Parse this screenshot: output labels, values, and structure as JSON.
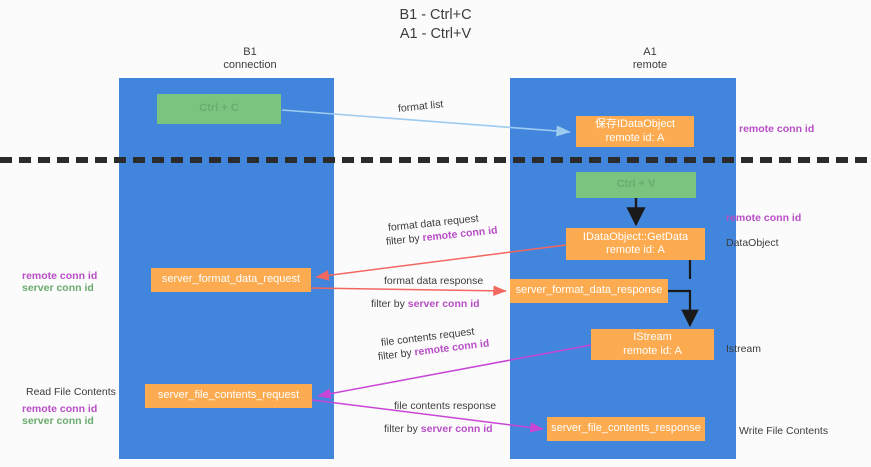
{
  "title": {
    "line1": "B1 - Ctrl+C",
    "line2": "A1 - Ctrl+V"
  },
  "columns": [
    {
      "name": "B1",
      "sub": "connection"
    },
    {
      "name": "A1",
      "sub": "remote"
    }
  ],
  "nodes": {
    "ctrl_c": {
      "label": "Ctrl + C"
    },
    "idataobject": {
      "l1": "保存IDataObject",
      "l2": "remote id: A"
    },
    "ctrl_v": {
      "label": "Ctrl + V"
    },
    "getdata": {
      "l1": "IDataObject::GetData",
      "l2": "remote id: A"
    },
    "format_req": {
      "label": "server_format_data_request"
    },
    "format_resp": {
      "label": "server_format_data_response"
    },
    "istream": {
      "l1": "IStream",
      "l2": "remote id: A"
    },
    "file_req": {
      "label": "server_file_contents_request"
    },
    "file_resp": {
      "label": "server_file_contents_response"
    }
  },
  "edge_labels": {
    "format_list": "format list",
    "format_data_request": "format data request",
    "format_data_request_filter_prefix": "filter by ",
    "format_data_request_filter_key": "remote conn id",
    "format_data_response": "format data response",
    "format_data_response_filter_prefix": "filter by ",
    "format_data_response_filter_key": "server conn id",
    "file_contents_request": "file contents request",
    "file_contents_request_filter_prefix": "filter by ",
    "file_contents_request_filter_key": "remote conn id",
    "file_contents_response": "file contents response",
    "file_contents_response_filter_prefix": "filter by ",
    "file_contents_response_filter_key": "server conn id"
  },
  "annotations": {
    "right": {
      "remote_conn_id_top": "remote conn id",
      "remote_conn_id_mid": "remote conn id",
      "dataobject": "DataObject",
      "istream": "Istream",
      "write_file_contents": "Write File Contents"
    },
    "left": {
      "remote_conn_id_mid": "remote conn id",
      "server_conn_id_mid": "server conn id",
      "read_file_contents": "Read File Contents",
      "remote_conn_id_bottom": "remote conn id",
      "server_conn_id_bottom": "server conn id"
    }
  },
  "colors": {
    "lane": "#4285dc",
    "green_node": "#7bc47f",
    "orange_node": "#fcab50",
    "purple_key": "#b84ec6",
    "green_key": "#6aab6e",
    "arrow_light_blue": "#9ecbf0",
    "arrow_red": "#f2675f",
    "arrow_magenta": "#c846d6",
    "arrow_black": "#1a1a1a",
    "divider": "#2b2b2b"
  }
}
